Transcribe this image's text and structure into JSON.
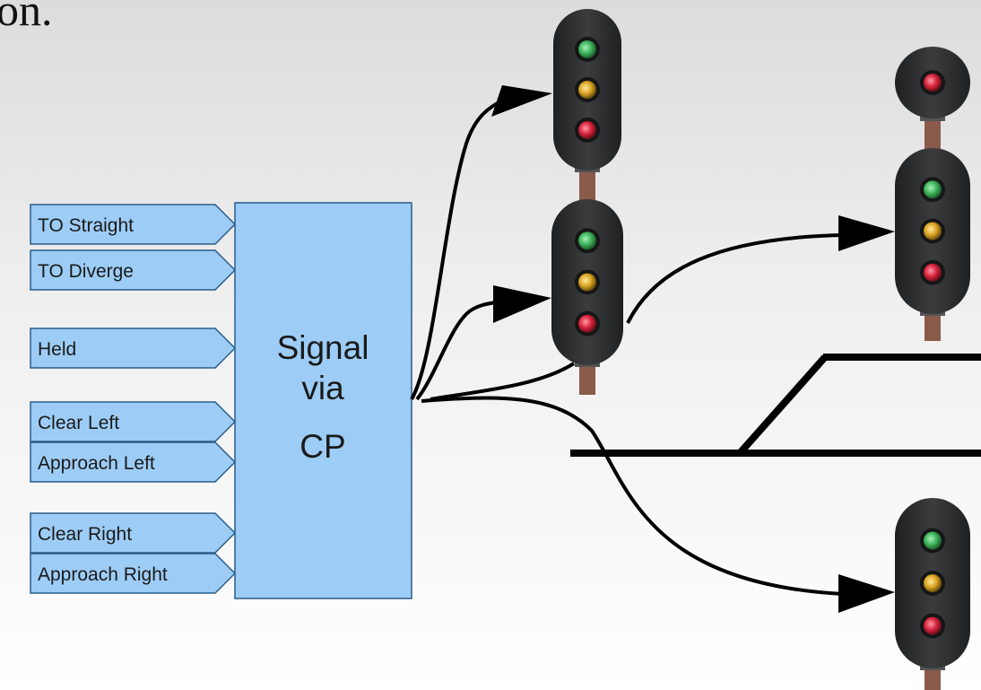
{
  "caption_fragment": "on.",
  "inputs": [
    {
      "label": "TO Straight"
    },
    {
      "label": "TO Diverge"
    },
    {
      "label": "Held"
    },
    {
      "label": "Clear Left"
    },
    {
      "label": "Approach Left"
    },
    {
      "label": "Clear Right"
    },
    {
      "label": "Approach Right"
    }
  ],
  "block": {
    "lines": [
      "Signal",
      "via",
      "CP"
    ]
  },
  "colors": {
    "box_fill": "#9dcdf6",
    "box_stroke": "#2a5d8a",
    "signal_body": "#2b2d2e",
    "lamp_green": "#3fb35a",
    "lamp_yellow": "#d9a623",
    "lamp_red": "#d8233c",
    "mast": "#8a5a4a",
    "line": "#000000"
  }
}
